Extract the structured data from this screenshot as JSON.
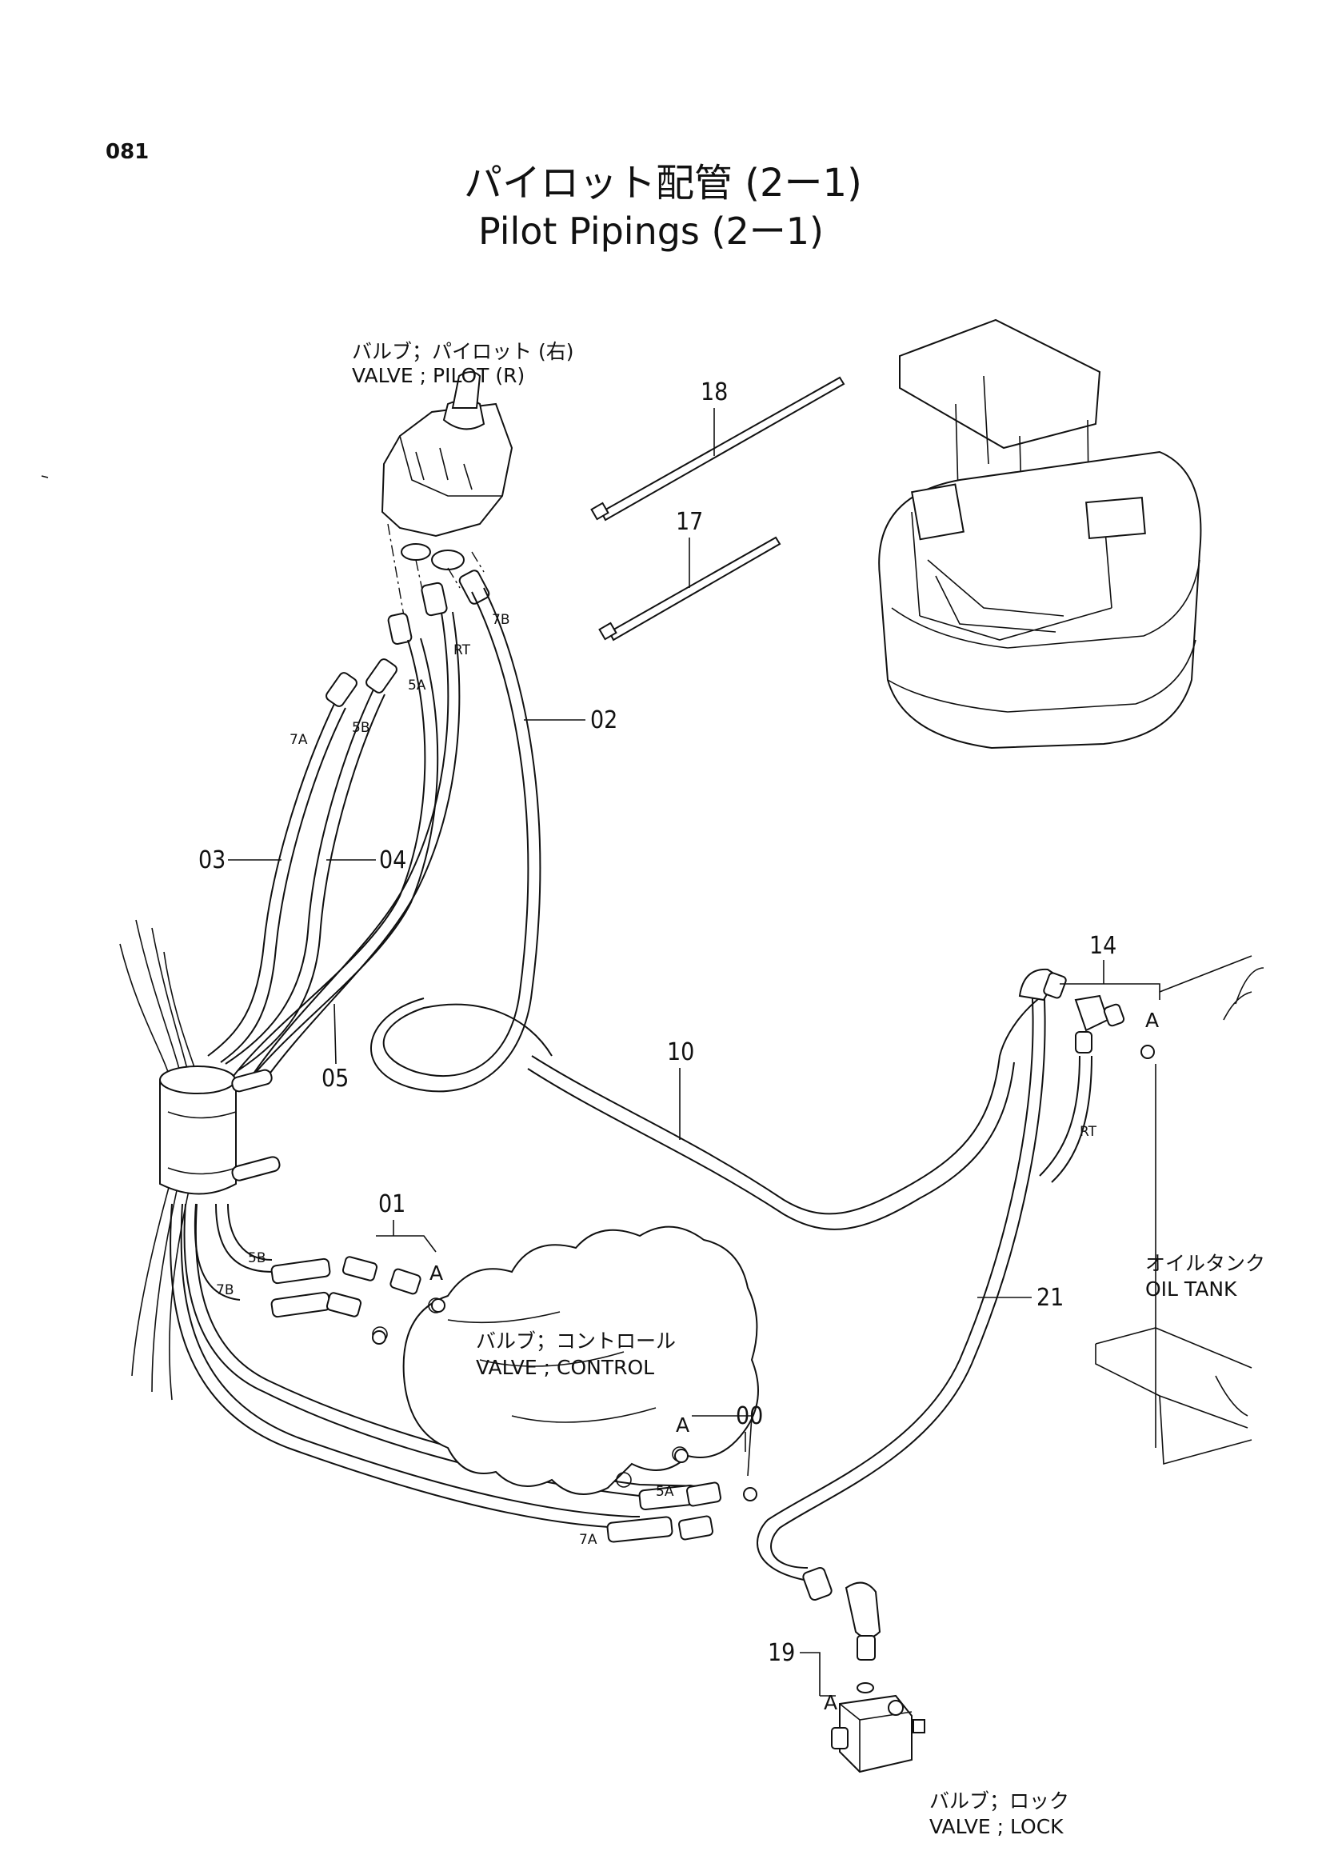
{
  "page_number": "081",
  "title_jp": "パイロット配管 (2ー1)",
  "title_en": "Pilot Pipings (2ー1)",
  "components": {
    "pilot_valve": {
      "jp": "バルブ；パイロット (右)",
      "en": "VALVE ; PILOT (R)"
    },
    "control_valve": {
      "jp": "バルブ；コントロール",
      "en": "VALVE ; CONTROL"
    },
    "oil_tank": {
      "jp": "オイルタンク",
      "en": "OIL TANK"
    },
    "lock_valve": {
      "jp": "バルブ；ロック",
      "en": "VALVE ; LOCK"
    }
  },
  "part_numbers": {
    "p00": "00",
    "p01": "01",
    "p02": "02",
    "p03": "03",
    "p04": "04",
    "p05": "05",
    "p10": "10",
    "p14": "14",
    "p17": "17",
    "p18": "18",
    "p19": "19",
    "p21": "21"
  },
  "port_labels": {
    "a": "A",
    "p5a": "5A",
    "p5b": "5B",
    "p7a": "7A",
    "p7b": "7B",
    "rt": "RT"
  }
}
